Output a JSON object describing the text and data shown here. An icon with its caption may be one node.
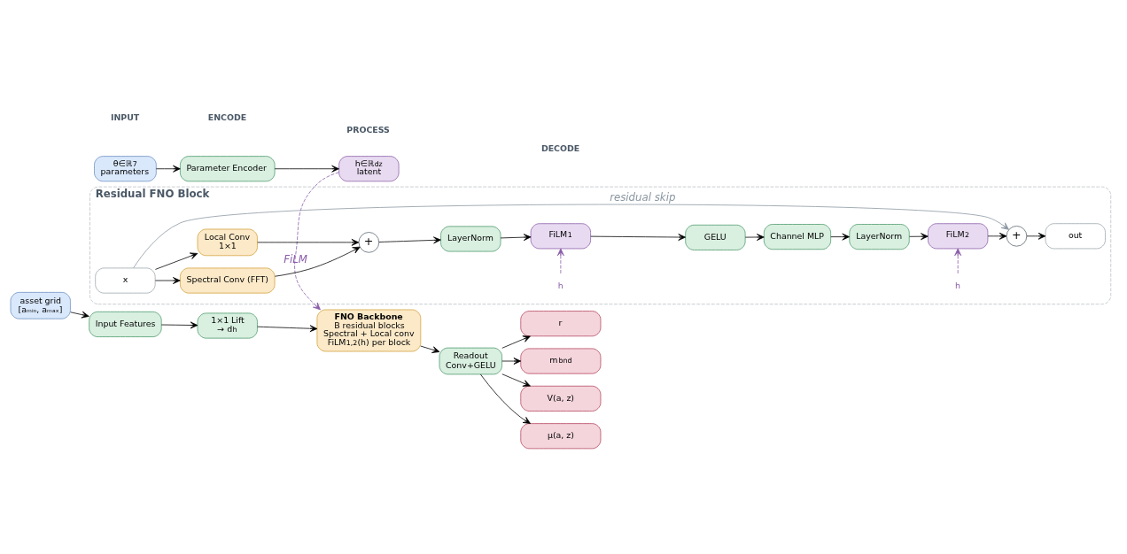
{
  "diagram": {
    "nodes": [
      {
        "text": [
          "θ∈ℝ$^{7}$",
          "parameters"
        ]
      },
      {
        "text": [
          "Parameter Encoder"
        ]
      },
      {
        "text": [
          "h∈ℝ$^{dz}$",
          "latent"
        ]
      },
      {
        "text": [
          "asset grid",
          "[aₘᵢₙ, aₘₐₓ]"
        ]
      },
      {
        "text": [
          "Input Features"
        ]
      },
      {
        "text": [
          "1×1 Lift",
          "→ d$_{h}$"
        ]
      },
      {
        "text": [
          "FNO Backbone",
          "B residual blocks",
          "Spectral + Local conv",
          "FiLM$_{1,2}$(h) per block"
        ]
      },
      {
        "text": [
          "Readout",
          "Conv+GELU"
        ]
      },
      {
        "text": [
          "V(a, z)"
        ]
      },
      {
        "text": [
          "μ(a, z)"
        ]
      },
      {
        "text": [
          "r"
        ]
      },
      {
        "text": [
          "m$_{bnd}$"
        ]
      },
      {
        "text": [
          "Residual FNO Block"
        ]
      },
      {
        "text": [
          "x"
        ],
        "in": 12
      },
      {
        "text": [
          "Spectral Conv (FFT)"
        ],
        "in": 12
      },
      {
        "text": [
          "Local Conv",
          "1×1"
        ],
        "in": 12
      },
      {
        "text": [
          "+"
        ],
        "in": 12
      },
      {
        "text": [
          "LayerNorm"
        ],
        "in": 12
      },
      {
        "text": [
          "h"
        ],
        "in": 12
      },
      {
        "text": [
          "FiLM$_{1}$"
        ],
        "in": 12
      },
      {
        "text": [
          "GELU"
        ],
        "in": 12
      },
      {
        "text": [
          "Channel MLP"
        ],
        "in": 12
      },
      {
        "text": [
          "LayerNorm"
        ],
        "in": 12
      },
      {
        "text": [
          "h"
        ],
        "in": 12
      },
      {
        "text": [
          "FiLM$_{2}$"
        ],
        "in": 12
      },
      {
        "text": [
          "+"
        ],
        "in": 12
      },
      {
        "text": [
          "out"
        ],
        "in": 12
      }
    ],
    "edges": [
      {
        "from": 0,
        "to": 1,
        "arrow": "to"
      },
      {
        "from": 1,
        "to": 2,
        "arrow": "to"
      },
      {
        "from": 3,
        "to": 4,
        "arrow": "to"
      },
      {
        "from": 4,
        "to": 5,
        "arrow": "to"
      },
      {
        "from": 5,
        "to": 6,
        "arrow": "to"
      },
      {
        "from": 2,
        "to": 6,
        "arrow": "to",
        "label": "FiLM",
        "style": "dashed",
        "color": "#8a5ca8"
      },
      {
        "from": 6,
        "to": 7,
        "arrow": "to"
      },
      {
        "from": 7,
        "to": 8,
        "arrow": "to"
      },
      {
        "from": 7,
        "to": 9,
        "arrow": "to"
      },
      {
        "from": 7,
        "to": 10,
        "arrow": "to"
      },
      {
        "from": 7,
        "to": 11,
        "arrow": "to"
      },
      {
        "from": 13,
        "to": 14,
        "arrow": "to"
      },
      {
        "from": 13,
        "to": 15,
        "arrow": "to"
      },
      {
        "from": 14,
        "to": 16,
        "arrow": "to"
      },
      {
        "from": 15,
        "to": 16,
        "arrow": "to"
      },
      {
        "from": 16,
        "to": 17,
        "arrow": "to"
      },
      {
        "from": 17,
        "to": 19,
        "arrow": "to"
      },
      {
        "from": 18,
        "to": 19,
        "arrow": "to",
        "style": "dashed",
        "color": "#8a5ca8"
      },
      {
        "from": 19,
        "to": 20,
        "arrow": "to"
      },
      {
        "from": 20,
        "to": 21,
        "arrow": "to"
      },
      {
        "from": 21,
        "to": 22,
        "arrow": "to"
      },
      {
        "from": 22,
        "to": 24,
        "arrow": "to"
      },
      {
        "from": 23,
        "to": 24,
        "arrow": "to",
        "style": "dashed",
        "color": "#8a5ca8"
      },
      {
        "from": 24,
        "to": 25,
        "arrow": "to"
      },
      {
        "from": 25,
        "to": 26,
        "arrow": "to"
      },
      {
        "from": 13,
        "to": 25,
        "arrow": "to",
        "label": "residual skip",
        "color": "#8a96a0"
      }
    ],
    "labels": [
      "INPUT",
      "ENCODE",
      "PROCESS",
      "DECODE"
    ]
  }
}
